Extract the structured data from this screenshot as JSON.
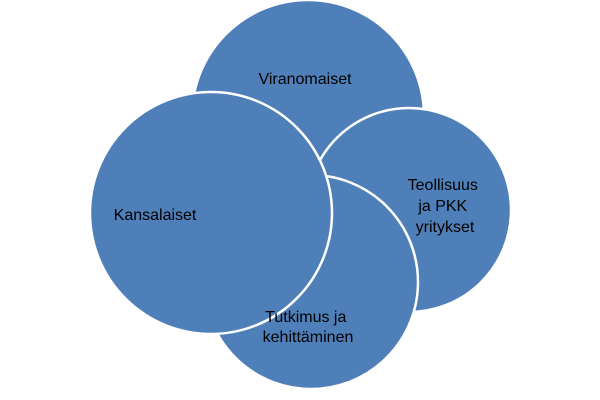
{
  "diagram": {
    "fill_color": "#4f7fb8",
    "outline_color": "#ffffff",
    "text_color": "#000000",
    "circles": [
      {
        "id": "viranomaiset",
        "lines": [
          "Viranomaiset"
        ]
      },
      {
        "id": "teollisuus",
        "lines": [
          "Teollisuus",
          "ja PKK",
          "yritykset"
        ]
      },
      {
        "id": "tutkimus",
        "lines": [
          "Tutkimus ja",
          "kehittäminen"
        ]
      },
      {
        "id": "kansalaiset",
        "lines": [
          "Kansalaiset"
        ]
      }
    ]
  }
}
